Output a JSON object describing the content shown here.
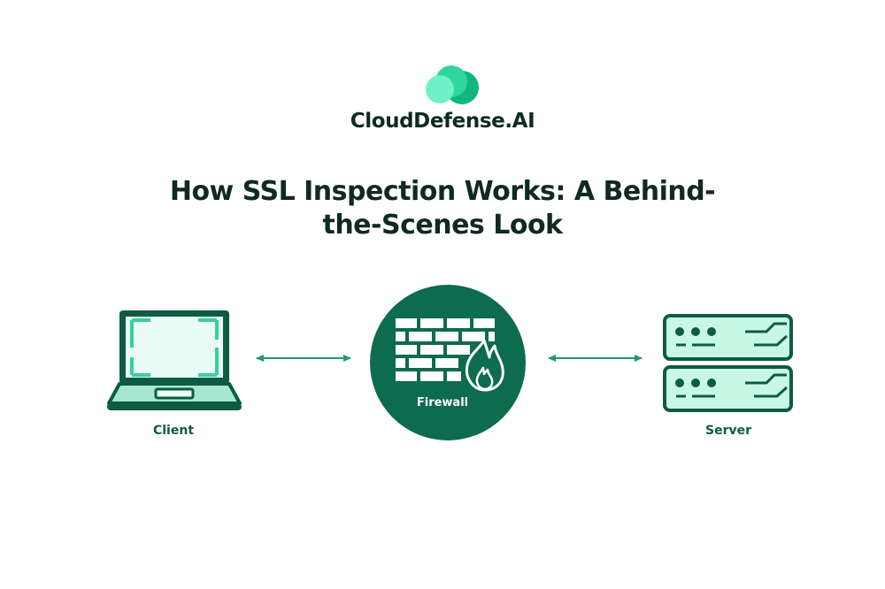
{
  "brand": {
    "name": "CloudDefense.AI",
    "logo_icon": "cloud-circles-logo"
  },
  "title": "How SSL Inspection Works: A Behind-the-Scenes Look",
  "nodes": {
    "client": {
      "label": "Client",
      "icon": "laptop-icon"
    },
    "firewall": {
      "label": "Firewall",
      "icon": "firewall-brick-flame-icon"
    },
    "server": {
      "label": "Server",
      "icon": "server-rack-icon"
    }
  },
  "connections": [
    {
      "from": "client",
      "to": "firewall",
      "direction": "bidirectional"
    },
    {
      "from": "firewall",
      "to": "server",
      "direction": "bidirectional"
    }
  ],
  "colors": {
    "dark_green": "#0d6b4e",
    "text_dark": "#0f2a22",
    "mint": "#5fe8c0",
    "mint_light": "#c9f7e6",
    "arrow": "#1a9a70"
  }
}
